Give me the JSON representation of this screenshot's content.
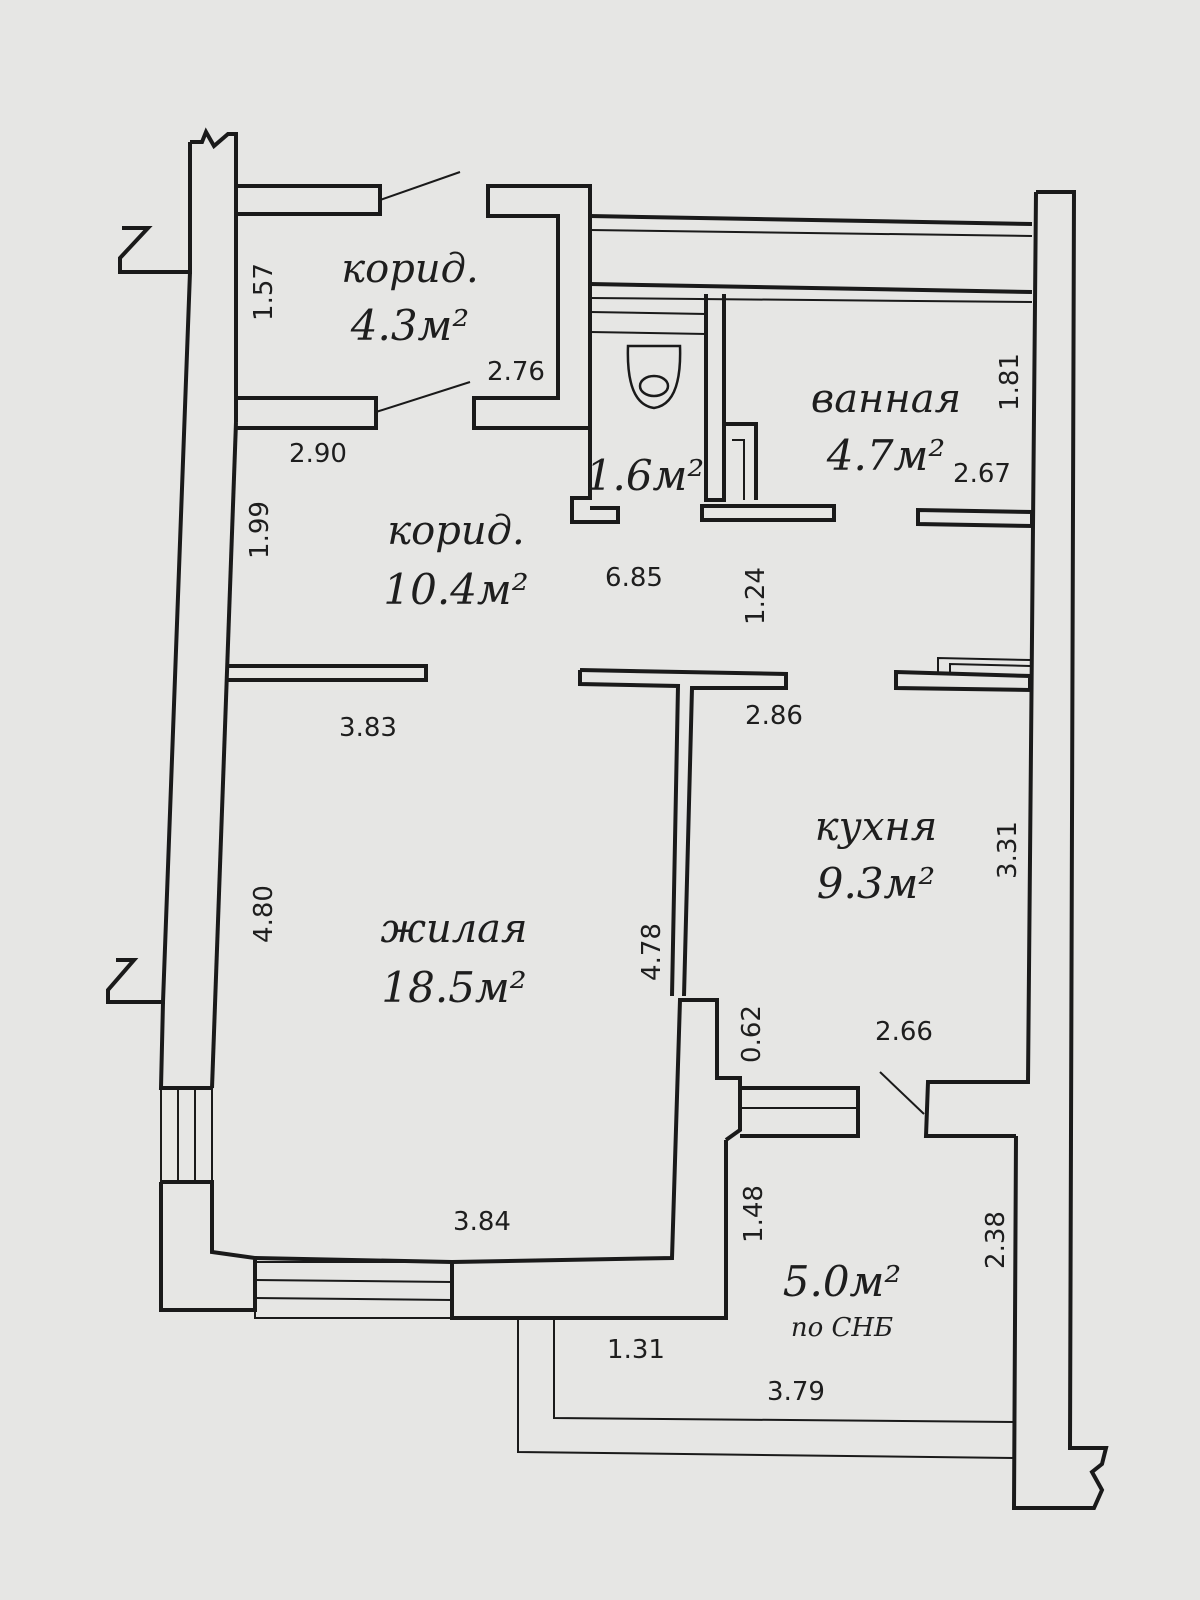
{
  "rooms": {
    "corridor_small": {
      "name": "корид.",
      "area": "4.3м²"
    },
    "toilet": {
      "area": "1.6м²"
    },
    "bathroom": {
      "name": "ванная",
      "area": "4.7м²"
    },
    "corridor_main": {
      "name": "корид.",
      "area": "10.4м²"
    },
    "kitchen": {
      "name": "кухня",
      "area": "9.3м²"
    },
    "living": {
      "name": "жилая",
      "area": "18.5м²"
    },
    "balcony": {
      "area": "5.0м²",
      "note": "по СНБ"
    }
  },
  "dimensions": {
    "d_1_57": "1.57",
    "d_2_76": "2.76",
    "d_2_90": "2.90",
    "d_1_81": "1.81",
    "d_2_67": "2.67",
    "d_1_99": "1.99",
    "d_6_85": "6.85",
    "d_1_24": "1.24",
    "d_3_83": "3.83",
    "d_2_86": "2.86",
    "d_3_31": "3.31",
    "d_4_80": "4.80",
    "d_4_78": "4.78",
    "d_0_62": "0.62",
    "d_2_66": "2.66",
    "d_1_48": "1.48",
    "d_2_38": "2.38",
    "d_3_84": "3.84",
    "d_1_31": "1.31",
    "d_3_79": "3.79"
  }
}
